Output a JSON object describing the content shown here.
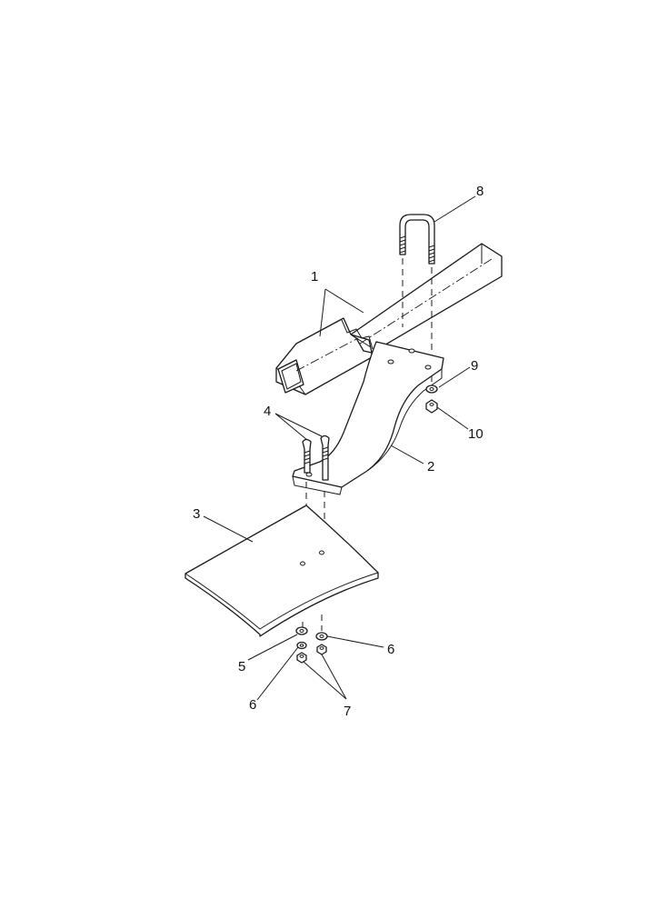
{
  "callouts": [
    {
      "id": "1",
      "label": "1"
    },
    {
      "id": "2",
      "label": "2"
    },
    {
      "id": "3",
      "label": "3"
    },
    {
      "id": "4",
      "label": "4"
    },
    {
      "id": "5",
      "label": "5"
    },
    {
      "id": "6a",
      "label": "6"
    },
    {
      "id": "6b",
      "label": "6"
    },
    {
      "id": "7",
      "label": "7"
    },
    {
      "id": "8",
      "label": "8"
    },
    {
      "id": "9",
      "label": "9"
    },
    {
      "id": "10",
      "label": "10"
    }
  ],
  "colors": {
    "line": "#1a1a1a",
    "background": "#ffffff"
  }
}
